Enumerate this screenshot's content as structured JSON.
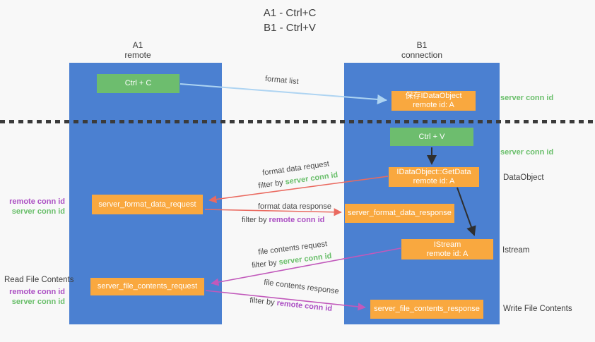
{
  "title": {
    "line1": "A1 - Ctrl+C",
    "line2": "B1 - Ctrl+V"
  },
  "lifelines": {
    "left": {
      "name": "A1",
      "subtitle": "remote"
    },
    "right": {
      "name": "B1",
      "subtitle": "connection"
    }
  },
  "nodes": {
    "ctrl_c": "Ctrl + C",
    "ctrl_v": "Ctrl + V",
    "save_idataobject": {
      "title": "保存IDataObject",
      "subtitle": "remote id: A"
    },
    "getdata": {
      "title": "IDataObject::GetData",
      "subtitle": "remote id: A"
    },
    "istream": {
      "title": "IStream",
      "subtitle": "remote id: A"
    },
    "server_format_data_request": "server_format_data_request",
    "server_format_data_response": "server_format_data_response",
    "server_file_contents_request": "server_file_contents_request",
    "server_file_contents_response": "server_file_contents_response"
  },
  "terms": {
    "filter_by": "filter by ",
    "server_conn_id": "server conn id",
    "remote_conn_id": "remote conn id"
  },
  "arrow_labels": {
    "format_list": "format list",
    "format_data_request": "format data request",
    "format_data_response": "format data response",
    "file_contents_request": "file contents request",
    "file_contents_response": "file contents response"
  },
  "side_labels": {
    "dataobject": "DataObject",
    "istream": "Istream",
    "read_file_contents": "Read File Contents",
    "write_file_contents": "Write File Contents"
  },
  "colors": {
    "lifeline_blue": "#4b80d1",
    "node_green": "#6dbd6e",
    "node_orange": "#f9a83f",
    "arrow_light_blue": "#aed4f2",
    "arrow_red": "#ea6a60",
    "arrow_magenta": "#c159bb",
    "arrow_black": "#2f2f2f",
    "text_green": "#6abf6b",
    "text_purple": "#ab4fc3",
    "background": "#f8f8f8"
  }
}
